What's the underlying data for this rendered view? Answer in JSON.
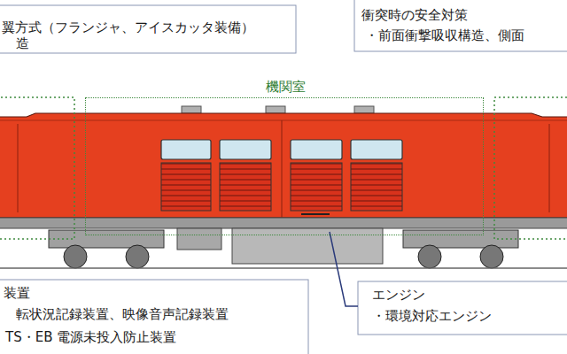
{
  "diagram": {
    "nodes": [
      {
        "text": [
          "機関室"
        ]
      }
    ],
    "labels": [
      "翼方式（フランジャ、アイスカッタ装備）",
      "造",
      "衝突時の安全対策",
      "・前面衝撃吸収構造、側面",
      "装置",
      "転状況記録装置、映像音声記録装置",
      "TS・EB 電源未投入防止装置",
      "エンジン",
      "・環境対応エンジン"
    ]
  }
}
